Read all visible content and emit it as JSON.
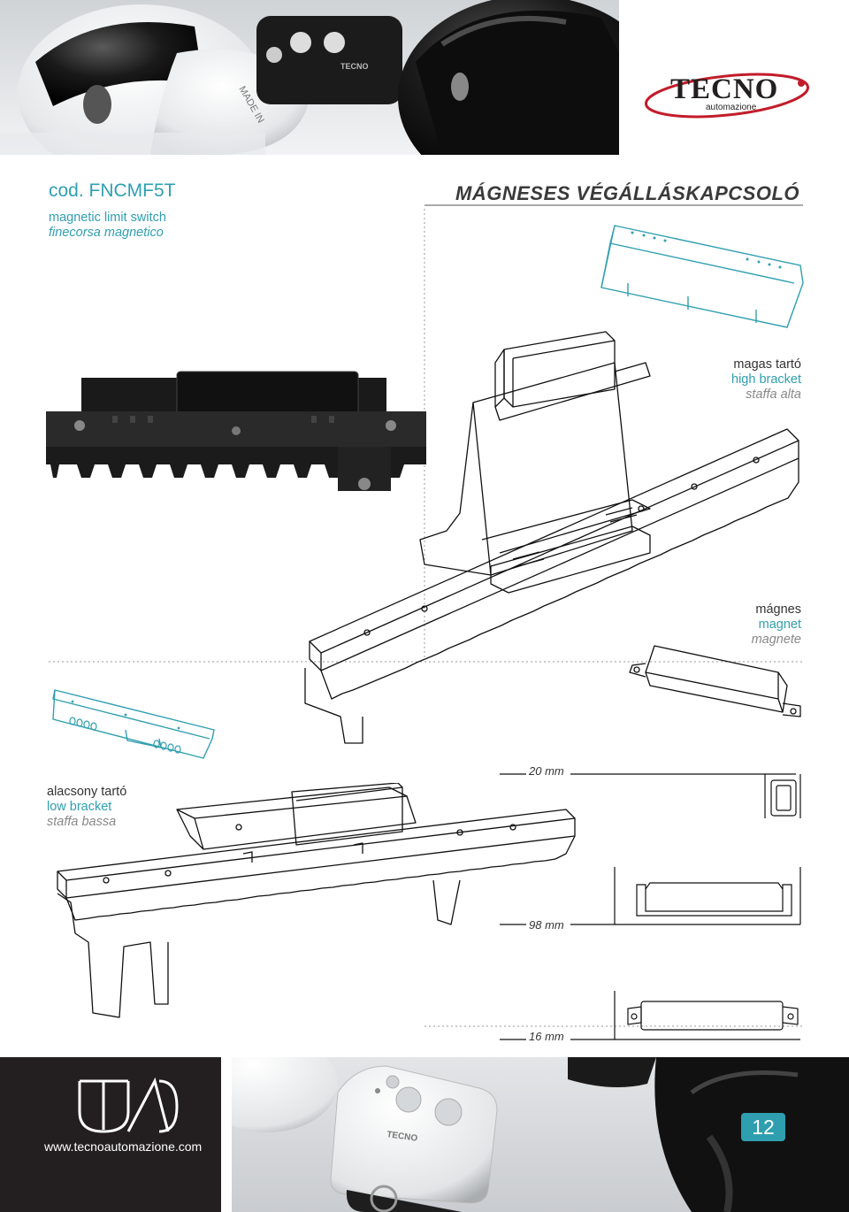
{
  "brand": {
    "name": "TECNO",
    "tagline": "automazione",
    "website": "www.tecnoautomazione.com"
  },
  "product": {
    "code": "cod. FNCMF5T",
    "name_en": "magnetic limit switch",
    "name_it": "finecorsa magnetico",
    "title_hu": "MÁGNESES VÉGÁLLÁSKAPCSOLÓ"
  },
  "labels": {
    "high_bracket": {
      "hu": "magas tartó",
      "en": "high bracket",
      "it": "staffa alta"
    },
    "magnet": {
      "hu": "mágnes",
      "en": "magnet",
      "it": "magnete"
    },
    "low_bracket": {
      "hu": "alacsony tartó",
      "en": "low bracket",
      "it": "staffa bassa"
    }
  },
  "dimensions": {
    "width": "20 mm",
    "length": "98 mm",
    "height": "16 mm"
  },
  "page": {
    "number": "12"
  },
  "colors": {
    "accent": "#2f9fb0",
    "dark": "#231f20",
    "text": "#333333"
  }
}
